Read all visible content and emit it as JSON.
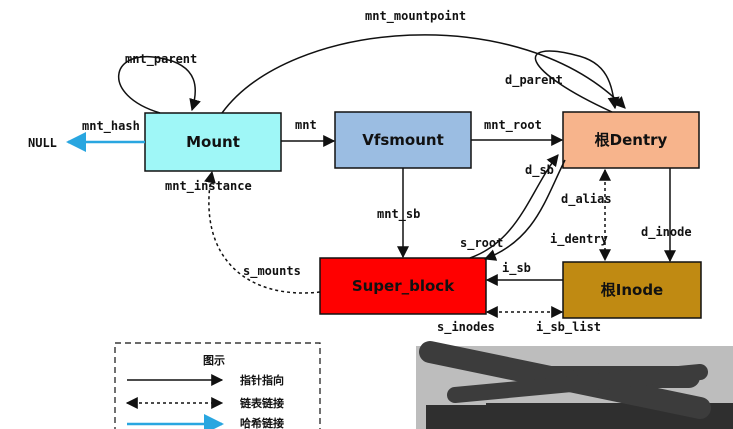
{
  "nodes": {
    "mount": {
      "label": "Mount",
      "fill": "#9ff7f7"
    },
    "vfsmount": {
      "label": "Vfsmount",
      "fill": "#9bbde2"
    },
    "dentry": {
      "label": "根Dentry",
      "fill": "#f7b48c"
    },
    "super_block": {
      "label": "Super_block",
      "fill": "#ff0000"
    },
    "inode": {
      "label": "根Inode",
      "fill": "#c08a12"
    }
  },
  "null_label": "NULL",
  "edges": {
    "mnt_mountpoint": "mnt_mountpoint",
    "mnt_parent": "mnt_parent",
    "mnt_hash": "mnt_hash",
    "mnt": "mnt",
    "mnt_root": "mnt_root",
    "d_parent": "d_parent",
    "mnt_instance": "mnt_instance",
    "d_sb": "d_sb",
    "mnt_sb": "mnt_sb",
    "d_alias": "d_alias",
    "d_inode": "d_inode",
    "i_dentry": "i_dentry",
    "s_root": "s_root",
    "s_mounts": "s_mounts",
    "i_sb": "i_sb",
    "s_inodes": "s_inodes",
    "i_sb_list": "i_sb_list"
  },
  "legend": {
    "title": "图示",
    "pointer": "指针指向",
    "list": "链表链接",
    "hash": "哈希链接"
  },
  "colors": {
    "hash_arrow": "#29a6e0",
    "redaction": "#3c3c3c",
    "redaction_bg": "#bdbdbd"
  }
}
